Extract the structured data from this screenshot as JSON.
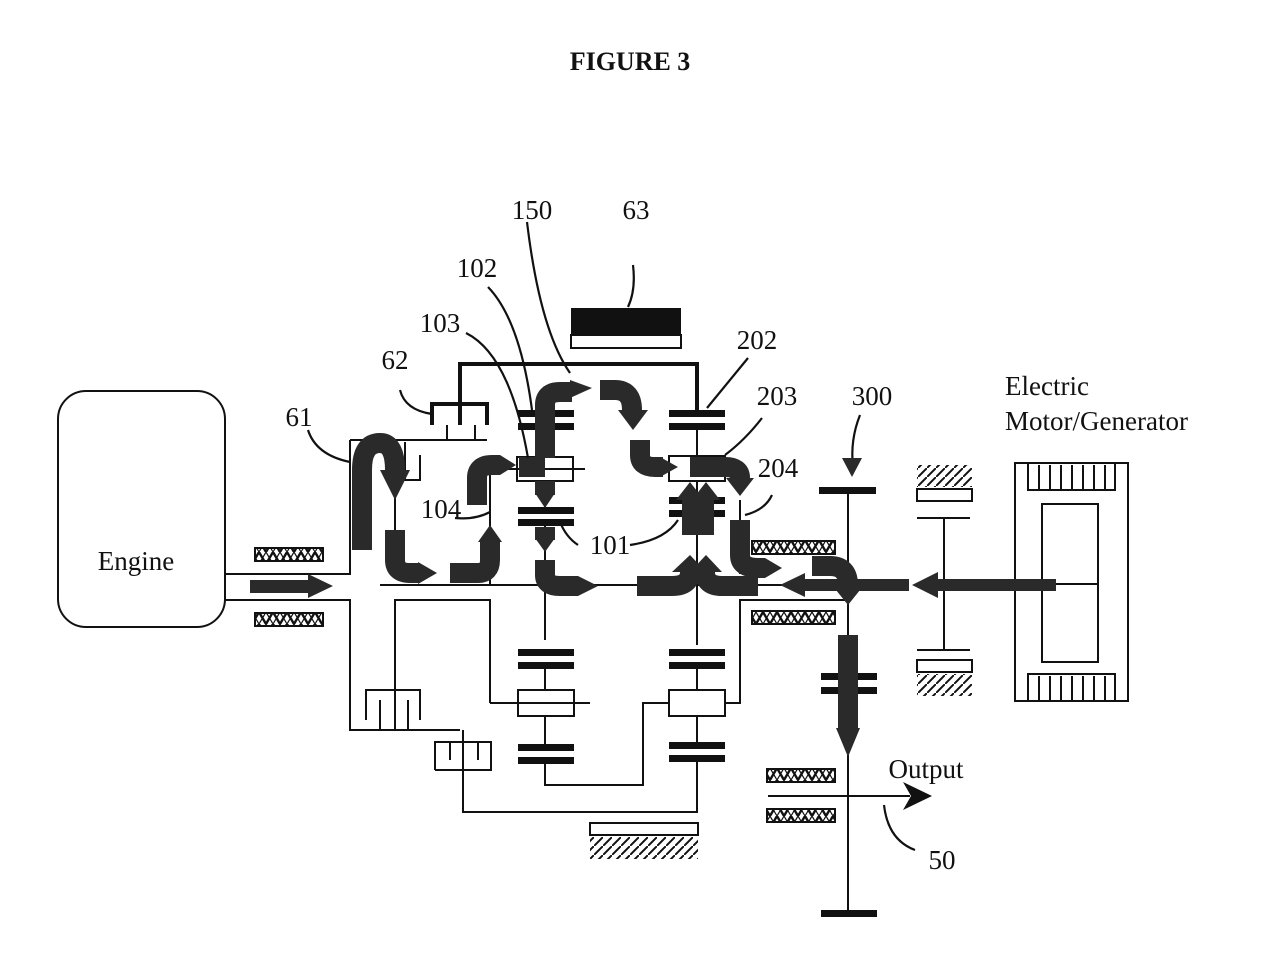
{
  "figure": {
    "title": "FIGURE 3",
    "components": {
      "engine": "Engine",
      "motor_line1": "Electric",
      "motor_line2": "Motor/Generator",
      "output": "Output"
    },
    "reference_numerals": {
      "n61": "61",
      "n62": "62",
      "n63": "63",
      "n102": "102",
      "n103": "103",
      "n104": "104",
      "n150": "150",
      "n101": "101",
      "n202": "202",
      "n203": "203",
      "n204": "204",
      "n300": "300",
      "n50": "50"
    },
    "colors": {
      "line": "#111111",
      "power_flow": "#2a2a2a",
      "background": "#ffffff"
    }
  }
}
